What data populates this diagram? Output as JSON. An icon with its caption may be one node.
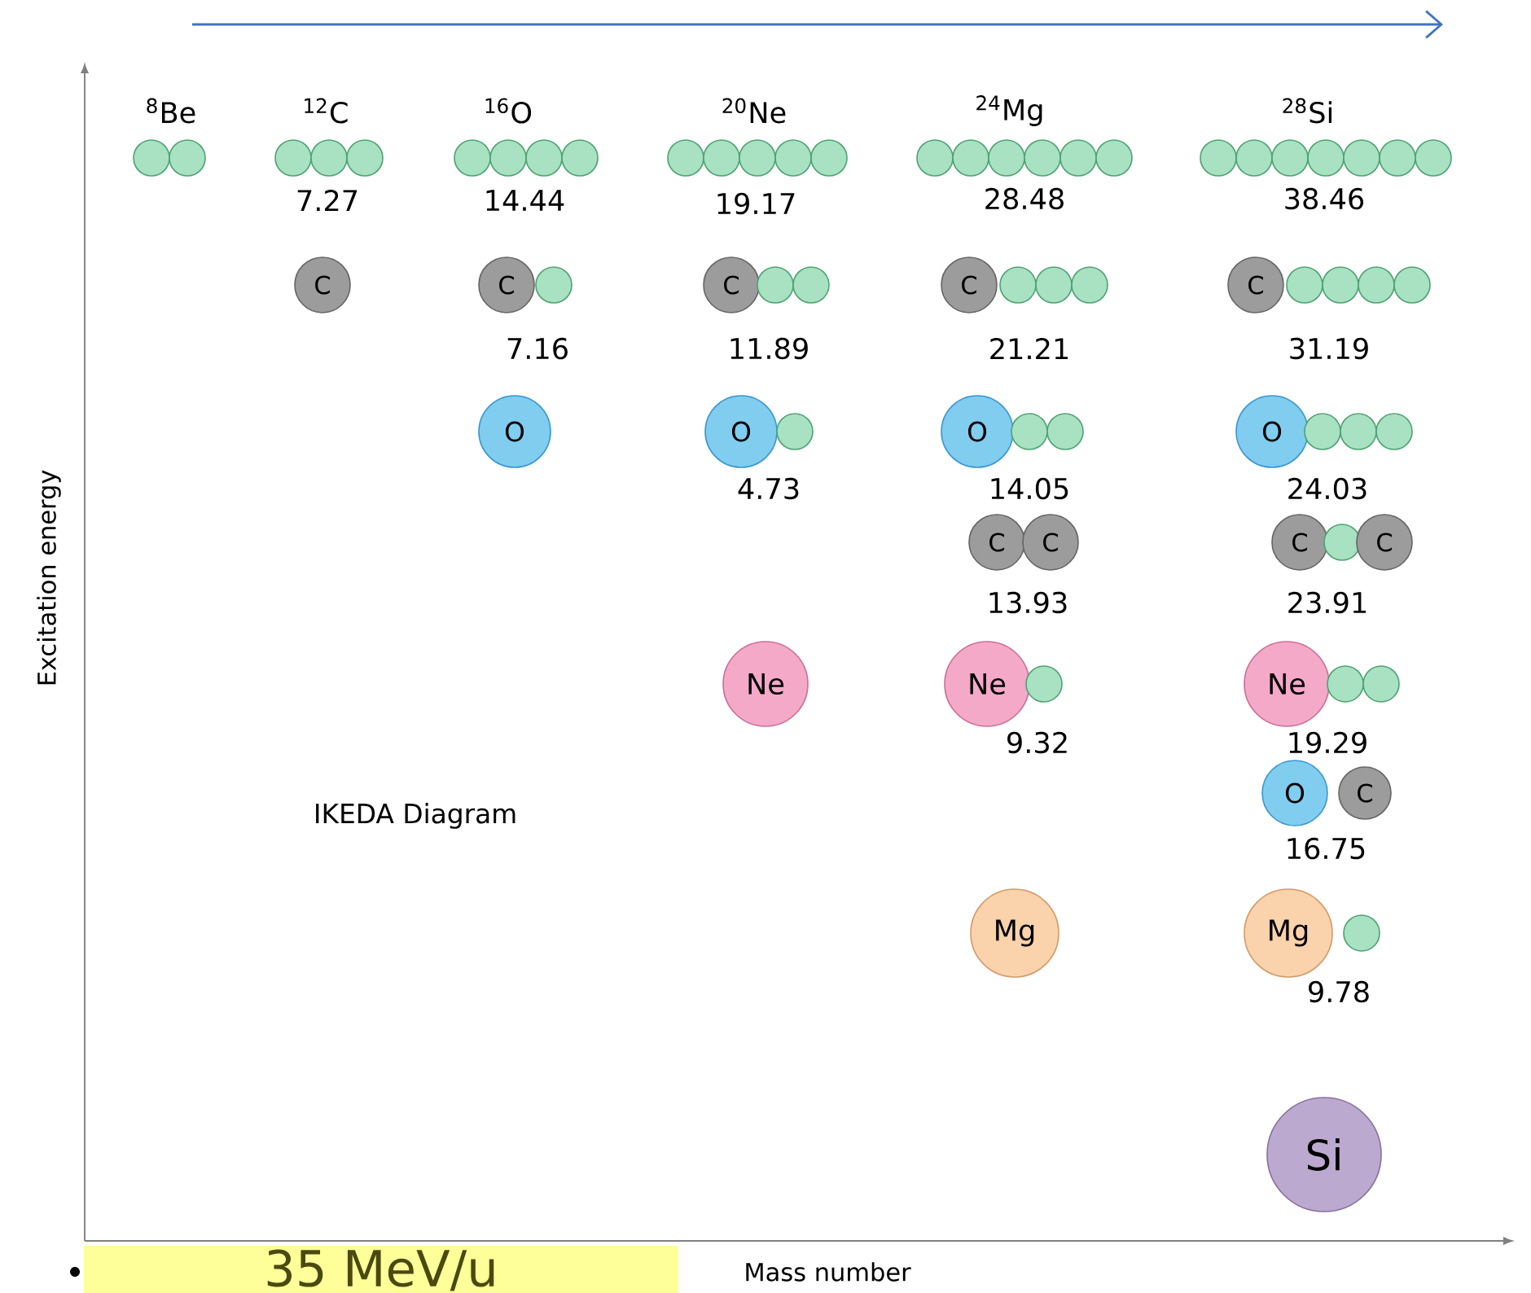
{
  "diagram": {
    "title": "IKEDA Diagram",
    "nodes": [
      {
        "text": [],
        "shape": "circle"
      },
      {
        "text": [],
        "shape": "circle"
      },
      {
        "text": [],
        "shape": "circle"
      },
      {
        "text": [],
        "shape": "circle"
      },
      {
        "text": [],
        "shape": "circle"
      },
      {
        "text": [],
        "shape": "circle"
      },
      {
        "text": [],
        "shape": "circle"
      },
      {
        "text": [],
        "shape": "circle"
      },
      {
        "text": [],
        "shape": "circle"
      },
      {
        "text": [],
        "shape": "circle"
      },
      {
        "text": [],
        "shape": "circle"
      },
      {
        "text": [],
        "shape": "circle"
      },
      {
        "text": [],
        "shape": "circle"
      },
      {
        "text": [],
        "shape": "circle"
      },
      {
        "text": [],
        "shape": "circle"
      },
      {
        "text": [],
        "shape": "circle"
      },
      {
        "text": [],
        "shape": "circle"
      },
      {
        "text": [],
        "shape": "circle"
      },
      {
        "text": [],
        "shape": "circle"
      },
      {
        "text": [],
        "shape": "circle"
      },
      {
        "text": [],
        "shape": "circle"
      },
      {
        "text": [],
        "shape": "circle"
      },
      {
        "text": [],
        "shape": "circle"
      },
      {
        "text": [],
        "shape": "circle"
      },
      {
        "text": [],
        "shape": "circle"
      },
      {
        "text": [],
        "shape": "circle"
      },
      {
        "text": [],
        "shape": "circle"
      },
      {
        "text": [
          "C"
        ]
      },
      {
        "text": [
          "C"
        ]
      },
      {
        "text": [],
        "shape": "circle"
      },
      {
        "text": [
          "C"
        ]
      },
      {
        "text": [],
        "shape": "circle"
      },
      {
        "text": [],
        "shape": "circle"
      },
      {
        "text": [
          "C"
        ]
      },
      {
        "text": [],
        "shape": "circle"
      },
      {
        "text": [],
        "shape": "circle"
      },
      {
        "text": [],
        "shape": "circle"
      },
      {
        "text": [
          "C"
        ]
      },
      {
        "text": [],
        "shape": "circle"
      },
      {
        "text": [],
        "shape": "circle"
      },
      {
        "text": [],
        "shape": "circle"
      },
      {
        "text": [],
        "shape": "circle"
      },
      {
        "text": [
          "O"
        ]
      },
      {
        "text": [
          "O"
        ]
      },
      {
        "text": [],
        "shape": "circle"
      },
      {
        "text": [
          "O"
        ]
      },
      {
        "text": [],
        "shape": "circle"
      },
      {
        "text": [],
        "shape": "circle"
      },
      {
        "text": [
          "O"
        ]
      },
      {
        "text": [],
        "shape": "circle"
      },
      {
        "text": [],
        "shape": "circle"
      },
      {
        "text": [],
        "shape": "circle"
      },
      {
        "text": [
          "C"
        ]
      },
      {
        "text": [
          "C"
        ]
      },
      {
        "text": [
          "C"
        ]
      },
      {
        "text": [],
        "shape": "circle"
      },
      {
        "text": [
          "C"
        ]
      },
      {
        "text": [
          "Ne"
        ]
      },
      {
        "text": [
          "Ne"
        ]
      },
      {
        "text": [],
        "shape": "circle"
      },
      {
        "text": [
          "Ne"
        ]
      },
      {
        "text": [],
        "shape": "circle"
      },
      {
        "text": [],
        "shape": "circle"
      },
      {
        "text": [
          "O"
        ]
      },
      {
        "text": [
          "C"
        ]
      },
      {
        "text": [
          "Mg"
        ]
      },
      {
        "text": [
          "Mg"
        ]
      },
      {
        "text": [],
        "shape": "circle"
      },
      {
        "text": [
          "Si"
        ]
      }
    ],
    "labels": [
      "$^{8}$Be",
      "$^{12}$C",
      "$^{16}$O",
      "$^{20}$Ne",
      "$^{24}$Mg",
      "$^{28}$Si",
      "7.27",
      "14.44",
      "19.17",
      "28.48",
      "38.46",
      "7.16",
      "11.89",
      "21.21",
      "31.19",
      "4.73",
      "14.05",
      "24.03",
      "13.93",
      "23.91",
      "9.32",
      "19.29",
      "16.75",
      "9.78",
      "Excitation energy",
      "Mass number",
      "35 MeV/u"
    ]
  }
}
